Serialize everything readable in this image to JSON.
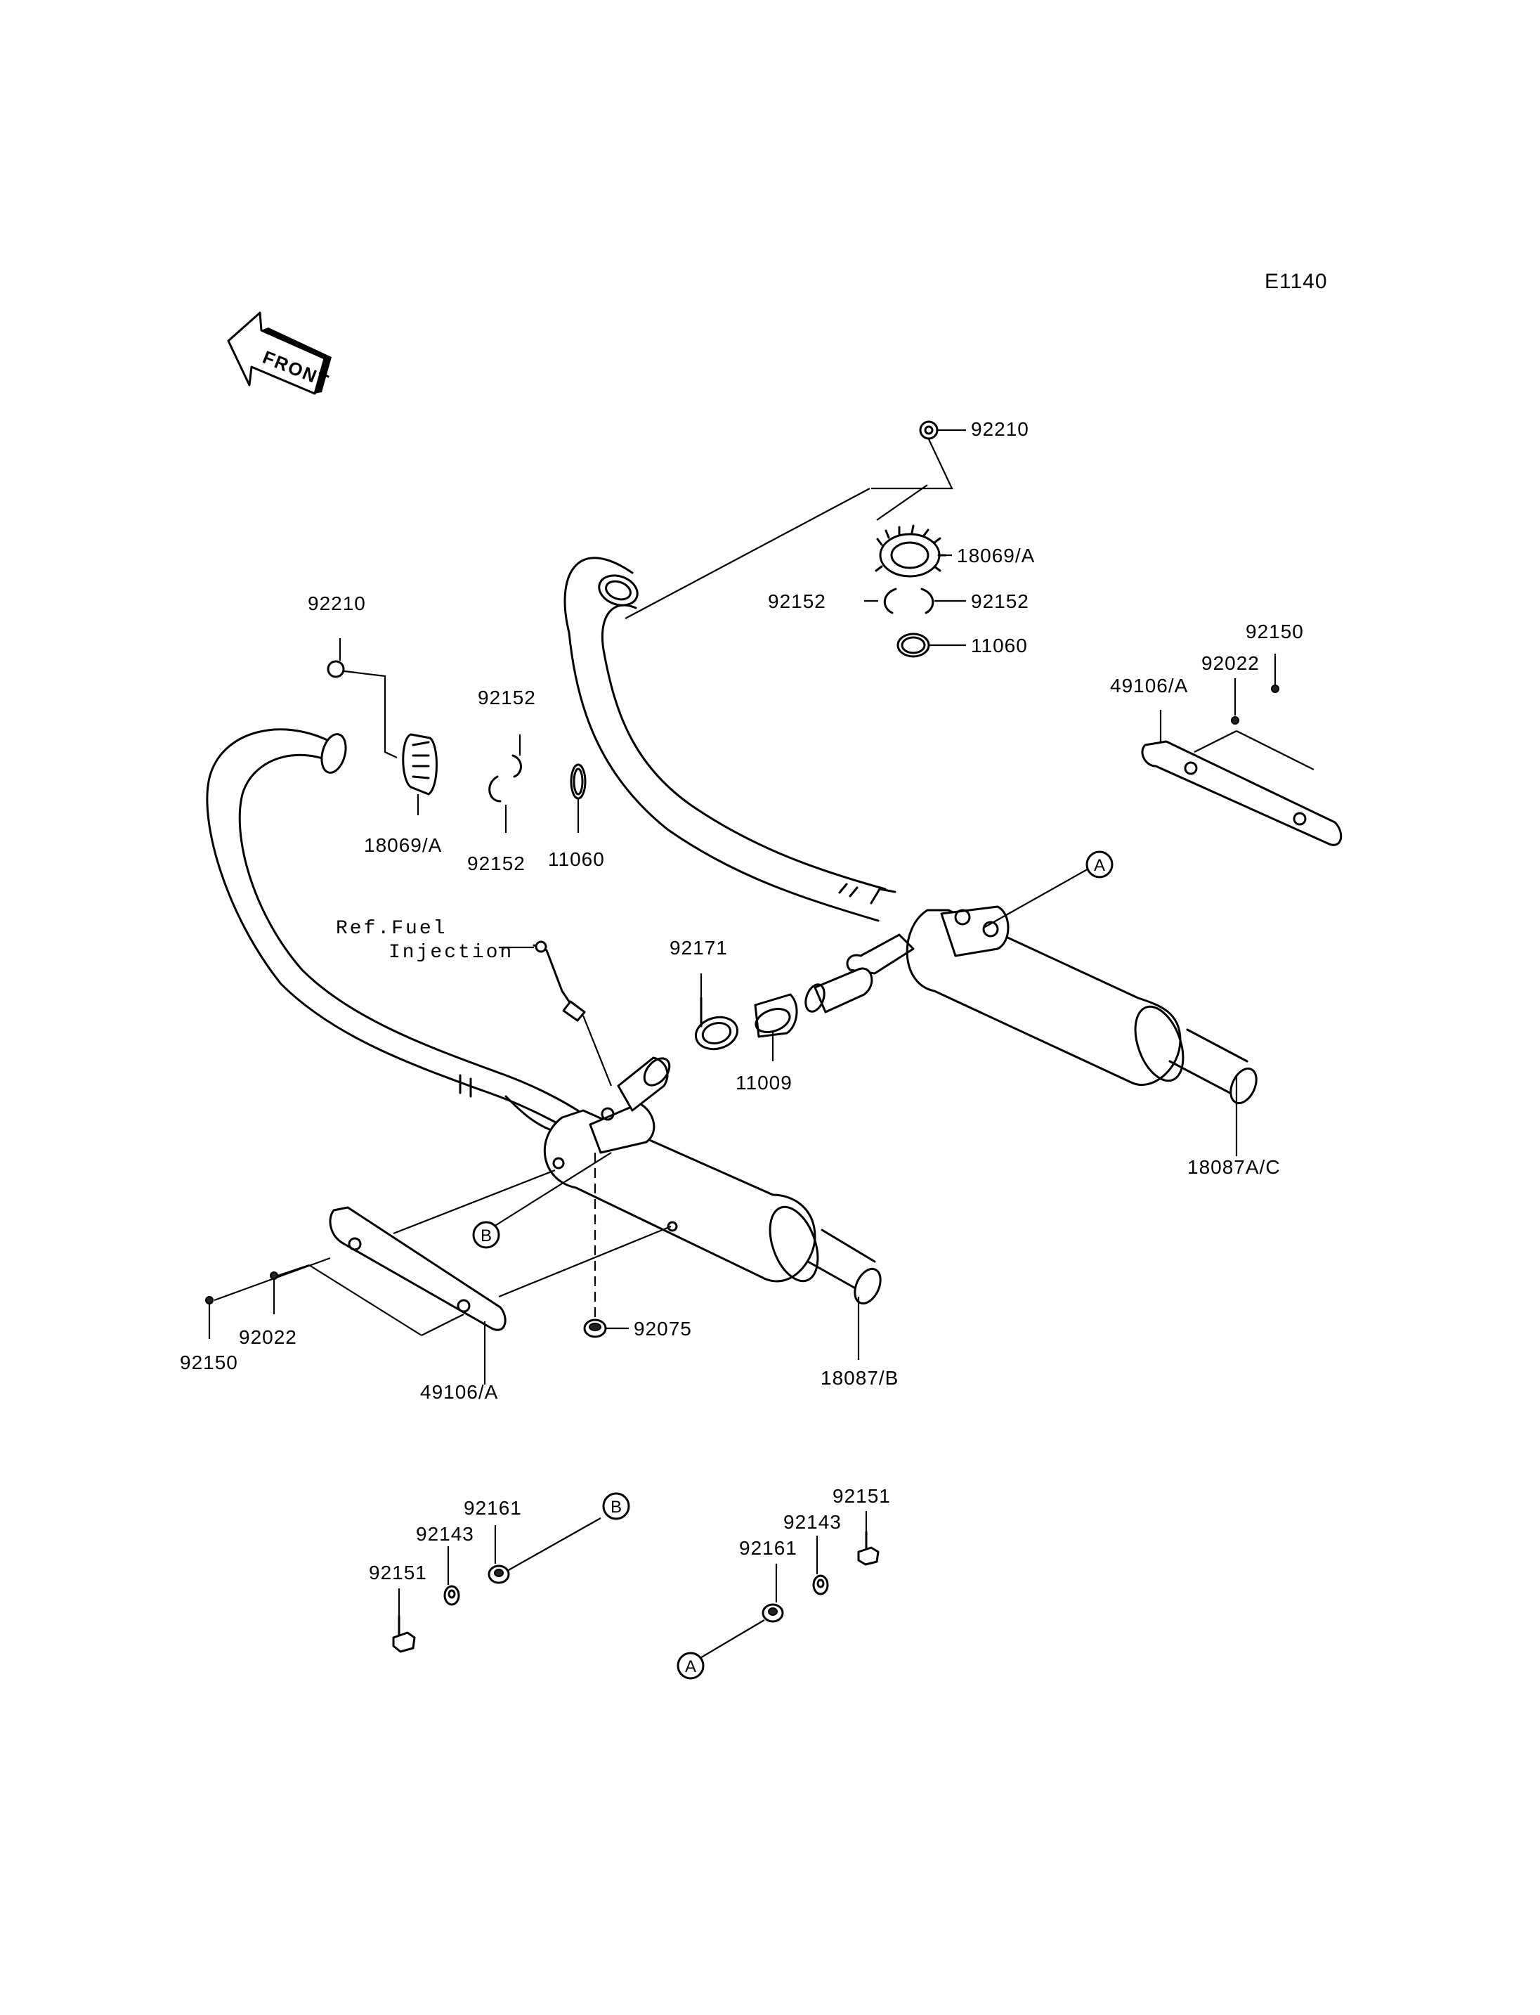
{
  "diagram_code": "E1140",
  "front_label": "FRONT",
  "fuel_ref": {
    "line1": "Ref.Fuel",
    "line2": "Injection"
  },
  "markers": {
    "a": "A",
    "b": "B"
  },
  "parts": {
    "p92210_right": "92210",
    "p18069A_right": "18069/A",
    "p92152_right_l": "92152",
    "p92152_right_r": "92152",
    "p11060_right": "11060",
    "p92150_right": "92150",
    "p92022_right": "92022",
    "p49106A_right": "49106/A",
    "p92210_left": "92210",
    "p92152_left_top": "92152",
    "p92152_left_bot": "92152",
    "p18069A_left": "18069/A",
    "p11060_left": "11060",
    "p92171": "92171",
    "p11009": "11009",
    "p18087AC": "18087A/C",
    "p92150_left": "92150",
    "p92022_left": "92022",
    "p49106A_left": "49106/A",
    "p92075": "92075",
    "p18087B": "18087/B",
    "b_92161": "92161",
    "b_92143": "92143",
    "b_92151": "92151",
    "a_92151": "92151",
    "a_92143": "92143",
    "a_92161": "92161"
  }
}
